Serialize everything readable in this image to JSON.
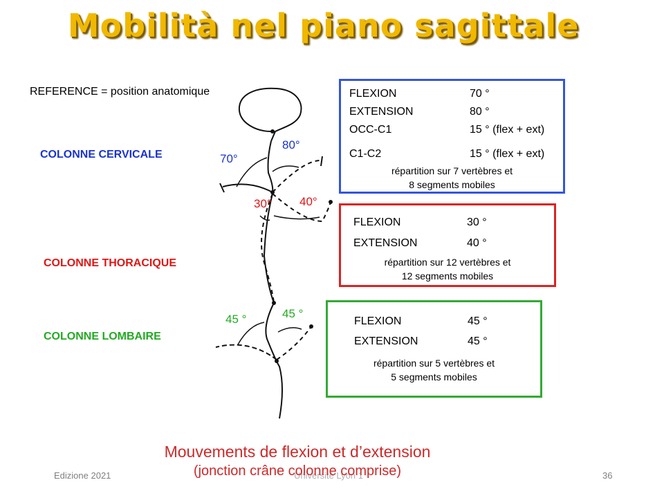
{
  "title": "Mobilità nel piano sagittale",
  "reference": "REFERENCE = position anatomique",
  "regions": {
    "cervical": "COLONNE CERVICALE",
    "thoracic": "COLONNE THORACIQUE",
    "lumbar": "COLONNE LOMBAIRE"
  },
  "boxes": {
    "cervical": {
      "color": "#3355dd",
      "rows": [
        {
          "name": "FLEXION",
          "value": "70 °"
        },
        {
          "name": "EXTENSION",
          "value": "80 °"
        },
        {
          "name": "OCC-C1",
          "value": "15  ° (flex + ext)"
        },
        {
          "name": "C1-C2",
          "value": "15  ° (flex + ext)"
        }
      ],
      "note_line1": "répartition sur 7 vertèbres et",
      "note_line2": "8 segments mobiles"
    },
    "thoracic": {
      "color": "#dd2222",
      "rows": [
        {
          "name": "FLEXION",
          "value": "30 °"
        },
        {
          "name": "EXTENSION",
          "value": "40 °"
        }
      ],
      "note_line1": "répartition sur 12 vertèbres et",
      "note_line2": "12 segments mobiles"
    },
    "lumbar": {
      "color": "#33aa33",
      "rows": [
        {
          "name": "FLEXION",
          "value": "45 °"
        },
        {
          "name": "EXTENSION",
          "value": "45 °"
        }
      ],
      "note_line1": "répartition sur 5 vertèbres et",
      "note_line2": "5 segments mobiles"
    }
  },
  "angles": {
    "cervical_flex": "70°",
    "cervical_ext": "80°",
    "thoracic_flex": "30°",
    "thoracic_ext": "40°",
    "lumbar_flex": "45 °",
    "lumbar_ext": "45 °"
  },
  "caption": {
    "line1": "Mouvements de flexion et d’extension",
    "line2": "(jonction crâne colonne comprise)"
  },
  "footer": {
    "left": "Edizione 2021",
    "middle": "Université Lyon 1",
    "right": "36"
  }
}
